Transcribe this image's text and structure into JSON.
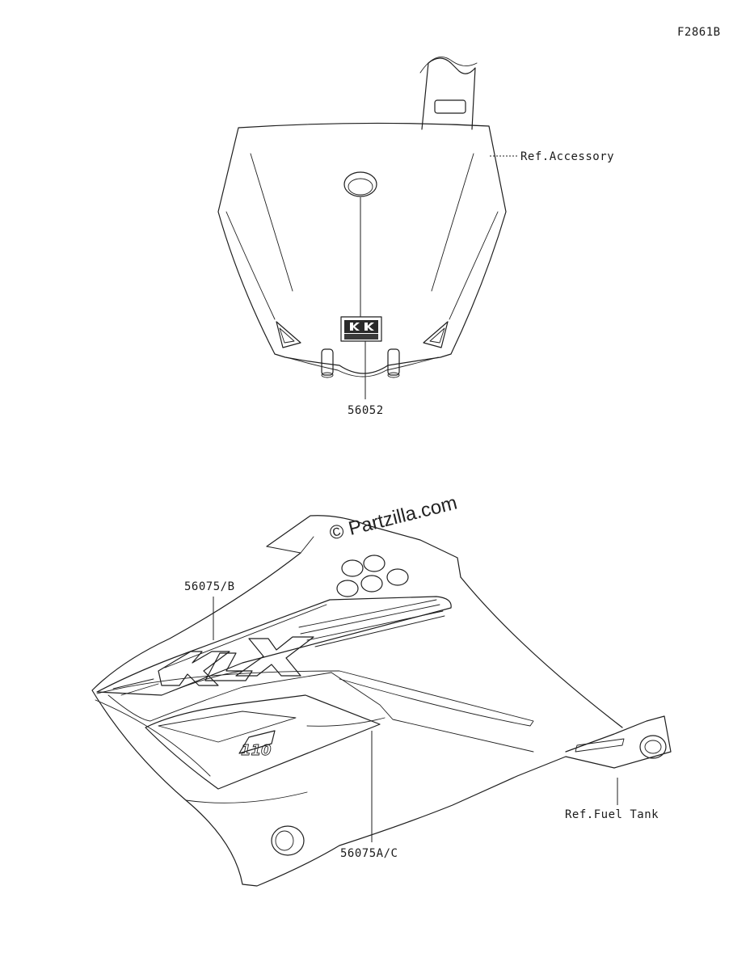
{
  "figure_code": "F2861B",
  "watermark": "© Partzilla.com",
  "callouts": {
    "front_plate_ref": "Ref.Accessory",
    "front_plate_label": "56052",
    "shroud_upper_label": "56075/B",
    "shroud_lower_label": "56075A/C",
    "fuel_tank_ref": "Ref.Fuel Tank"
  }
}
